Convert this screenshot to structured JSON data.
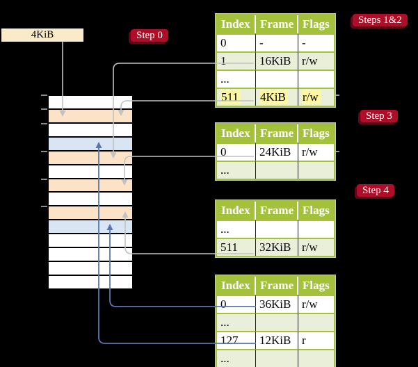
{
  "background": "#000000",
  "palette": {
    "table_header_bg": "#a4c13c",
    "table_row_green": "#e9efd8",
    "table_row_white": "#ffffff",
    "highlight_yellow": "#fdf7a1",
    "peach": "#fce3c8",
    "blue": "#d9e5f3",
    "white": "#ffffff",
    "frame_box_bg": "#f9eac8",
    "badge_red": "#b00d28",
    "line_gray": "#c2c2c2",
    "line_blue": "#5878ad",
    "tick_gray": "#8c8c8c"
  },
  "frame_box": {
    "label": "4KiB"
  },
  "badges": [
    {
      "id": "step0",
      "label": "Step 0"
    },
    {
      "id": "steps12",
      "label": "Steps 1&2"
    },
    {
      "id": "step3",
      "label": "Step 3"
    },
    {
      "id": "step4",
      "label": "Step 4"
    }
  ],
  "memory_stack": {
    "rows": [
      {
        "color": "white"
      },
      {
        "color": "peach"
      },
      {
        "color": "white"
      },
      {
        "color": "blue"
      },
      {
        "color": "peach"
      },
      {
        "color": "white"
      },
      {
        "color": "peach"
      },
      {
        "color": "white"
      },
      {
        "color": "peach"
      },
      {
        "color": "blue"
      },
      {
        "color": "white"
      },
      {
        "color": "white"
      },
      {
        "color": "white"
      },
      {
        "color": "white"
      }
    ],
    "ticks_y": [
      136,
      156,
      177,
      217,
      257,
      296
    ]
  },
  "tables": [
    {
      "id": "table-steps-1-2",
      "columns": [
        "Index",
        "Frame",
        "Flags"
      ],
      "rows": [
        [
          "0",
          "-",
          "-"
        ],
        [
          "1",
          "16KiB",
          "r/w"
        ],
        [
          "...",
          "",
          ""
        ],
        [
          "511",
          "4KiB",
          "r/w"
        ]
      ],
      "highlight_row": 3
    },
    {
      "id": "table-step-3",
      "columns": [
        "Index",
        "Frame",
        "Flags"
      ],
      "rows": [
        [
          "0",
          "24KiB",
          "r/w"
        ],
        [
          "...",
          "",
          ""
        ]
      ],
      "highlight_row": null
    },
    {
      "id": "table-step-4",
      "columns": [
        "Index",
        "Frame",
        "Flags"
      ],
      "rows": [
        [
          "...",
          "",
          ""
        ],
        [
          "511",
          "32KiB",
          "r/w"
        ]
      ],
      "highlight_row": null
    },
    {
      "id": "table-final",
      "columns": [
        "Index",
        "Frame",
        "Flags"
      ],
      "rows": [
        [
          "0",
          "36KiB",
          "r/w"
        ],
        [
          "...",
          "",
          ""
        ],
        [
          "127",
          "12KiB",
          "r"
        ],
        [
          "...",
          "",
          ""
        ]
      ],
      "highlight_row": null
    }
  ],
  "connectors": [
    {
      "id": "box-to-frame-4kib",
      "color": "gray",
      "from": "4KiB label box",
      "to": "memory row 2 (frame 4KiB)"
    },
    {
      "id": "t1-idx1-to-frame-16kib",
      "color": "gray",
      "from": "table 1 entry index 1 (16KiB)",
      "to": "memory row 5 (frame 16KiB)"
    },
    {
      "id": "t1-idx511-to-frame-4kib",
      "color": "gray",
      "from": "table 1 entry index 511 (4KiB)",
      "to": "memory row 2 (frame 4KiB)"
    },
    {
      "id": "t2-idx0-to-frame-24kib",
      "color": "gray",
      "from": "table 2 entry index 0 (24KiB)",
      "to": "memory row 7 (frame 24KiB)"
    },
    {
      "id": "t3-idx511-to-frame-32kib",
      "color": "gray",
      "from": "table 3 entry index 511 (32KiB)",
      "to": "memory row 9 (frame 32KiB)"
    },
    {
      "id": "t4-idx0-to-frame-36kib",
      "color": "blue",
      "from": "table 4 entry index 0 (36KiB)",
      "to": "memory row 10 (frame 36KiB)"
    },
    {
      "id": "t4-idx127-to-frame-12kib",
      "color": "blue",
      "from": "table 4 entry index 127 (12KiB)",
      "to": "memory row 4 (frame 12KiB)"
    },
    {
      "id": "stub-t1-idx511",
      "color": "gray",
      "from": "table 1 row 511 right edge",
      "to": ""
    },
    {
      "id": "stub-t2-idx0",
      "color": "gray",
      "from": "table 2 row 0 right edge",
      "to": ""
    }
  ]
}
